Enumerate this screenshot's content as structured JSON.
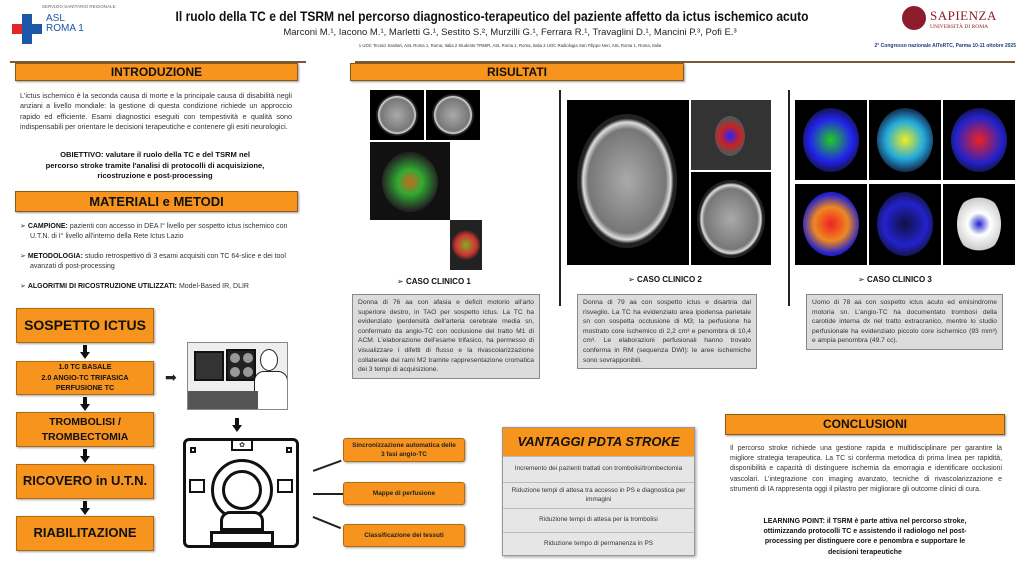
{
  "header": {
    "title": "Il ruolo della TC e del TSRM nel percorso diagnostico-terapeutico del paziente affetto da ictus ischemico acuto",
    "authors": "Marconi M.¹, Iacono M.¹, Marletti G.¹, Sestito S.², Murzilli G.¹, Ferrara R.¹, Travaglini D.¹, Mancini P.³, Pofi E.³",
    "affiliations": "1 UOC Tecnici Sanitari, ASL Roma 1, Roma, Italia 2 Studente TRMIR, ASL Roma 1, Roma, Italia 3 UOC Radiologia San Filippo Neri, ASL Roma 1, Roma, Italia",
    "congress": "2° Congresso nazionale AITeRTC, Parma 10-11 ottobre 2025",
    "left_logo": {
      "top": "SERVIZIO SANITARIO REGIONALE",
      "line1": "ASL",
      "line2": "ROMA 1"
    },
    "right_logo": {
      "name": "SAPIENZA",
      "sub": "UNIVERSITÀ DI ROMA"
    }
  },
  "introduzione": {
    "heading": "INTRODUZIONE",
    "text": "L'ictus ischemico è la seconda causa di morte e la principale causa di disabilità negli anziani a livello mondiale: la gestione di questa condizione richiede un approccio rapido ed efficiente. Esami diagnostici eseguiti con tempestività e qualità sono indispensabili per orientare le decisioni terapeutiche e contenere gli esiti neurologici.",
    "objective": "OBIETTIVO: valutare il ruolo della TC e del TSRM nel percorso stroke tramite l'analisi di protocolli di acquisizione, ricostruzione e post-processing"
  },
  "materiali": {
    "heading": "MATERIALI e METODI",
    "bullets": [
      {
        "label": "CAMPIONE:",
        "text": " pazienti con accesso in DEA I° livello per sospetto ictus ischemico con U.T.N. di I° livello all'interno della Rete Ictus Lazio"
      },
      {
        "label": "METODOLOGIA:",
        "text": " studio retrospettivo di 3 esami acquisiti con TC 64-slice e dei tool avanzati di post-processing"
      },
      {
        "label": "ALGORITMI DI RICOSTRUZIONE UTILIZZATI:",
        "text": " Model-Based IR, DLIR"
      }
    ]
  },
  "flow": {
    "steps": [
      "SOSPETTO ICTUS",
      "1.0 TC BASALE",
      "2.0 ANGIO-TC TRIFASICA",
      "PERFUSIONE TC",
      "TROMBOLISI /",
      "TROMBECTOMIA",
      "RICOVERO in U.T.N.",
      "RIABILITAZIONE"
    ],
    "features": [
      "Sincronizzazione automatica delle 3 fasi angio-TC",
      "Mappe di perfusione",
      "Classificazione dei tessuti"
    ]
  },
  "risultati": {
    "heading": "RISULTATI",
    "cases": [
      {
        "label": "CASO CLINICO 1",
        "text": "Donna di 76 aa con afasia e deficit motorio all'arto superiore destro, in TAO per sospetto ictus. La TC ha evidenziato iperdensità dell'arteria cerebrale media sn, confermato da angio-TC con occlusione del tratto M1 di ACM. L'elaborazione dell'esame trifasico, ha permesso di visualizzare i difetti di flusso e la rivascolarizzazione collaterale dei rami M2 tramite rappresentazione cromatica dei 3 tempi di acquisizione."
      },
      {
        "label": "CASO CLINICO 2",
        "text": "Donna di 79 aa con sospetto ictus e disartria dal risveglio. La TC ha evidenziato area ipodensa parietale sn con sospetta occlusione di M3; la perfusione ha mostrato core ischemico di 2,2 cm³ e penombra di 10,4 cm³. Le elaborazioni perfusionali hanno trovato conferma in RM (sequenza DWI): le aree ischemiche sono sovrapponibili."
      },
      {
        "label": "CASO CLINICO 3",
        "text": "Uomo di 78 aa con sospetto ictus acuto ed emisindrome motoria sn. L'angio-TC ha documentato trombosi della carotide interna dx nel tratto extracranico, mentre lo studio perfusionale ha evidenziato piccolo core ischemico (93 mm³) e ampia penombra (49.7 cc)."
      }
    ]
  },
  "vantaggi": {
    "heading": "VANTAGGI PDTA STROKE",
    "items": [
      "Incremento dei pazienti trattati con trombolisi/trombectomia",
      "Riduzione tempi di attesa tra accesso in PS e diagnostica per immagini",
      "Riduzione tempi di attesa per la trombolisi",
      "Riduzione tempo di permanenza in PS"
    ]
  },
  "conclusioni": {
    "heading": "CONCLUSIONI",
    "text": "Il percorso stroke richiede una gestione rapida e multidisciplinare per garantire la migliore strategia terapeutica. La TC si conferma metodica di prima linea per rapidità, disponibilità e capacità di distinguere ischemia da emorragia e identificare occlusioni vascolari. L'integrazione con imaging avanzato, tecniche di rivascolarizzazione e strumenti di IA rappresenta oggi il pilastro per migliorare gli outcome clinici di cura.",
    "learning_point": "LEARNING POINT: il TSRM è parte attiva nel percorso stroke, ottimizzando protocolli TC e assistendo il radiologo nel post-processing per distinguere core e penombra e supportare le decisioni terapeutiche"
  },
  "colors": {
    "accent": "#f7941d",
    "rule": "#7a5a36"
  }
}
